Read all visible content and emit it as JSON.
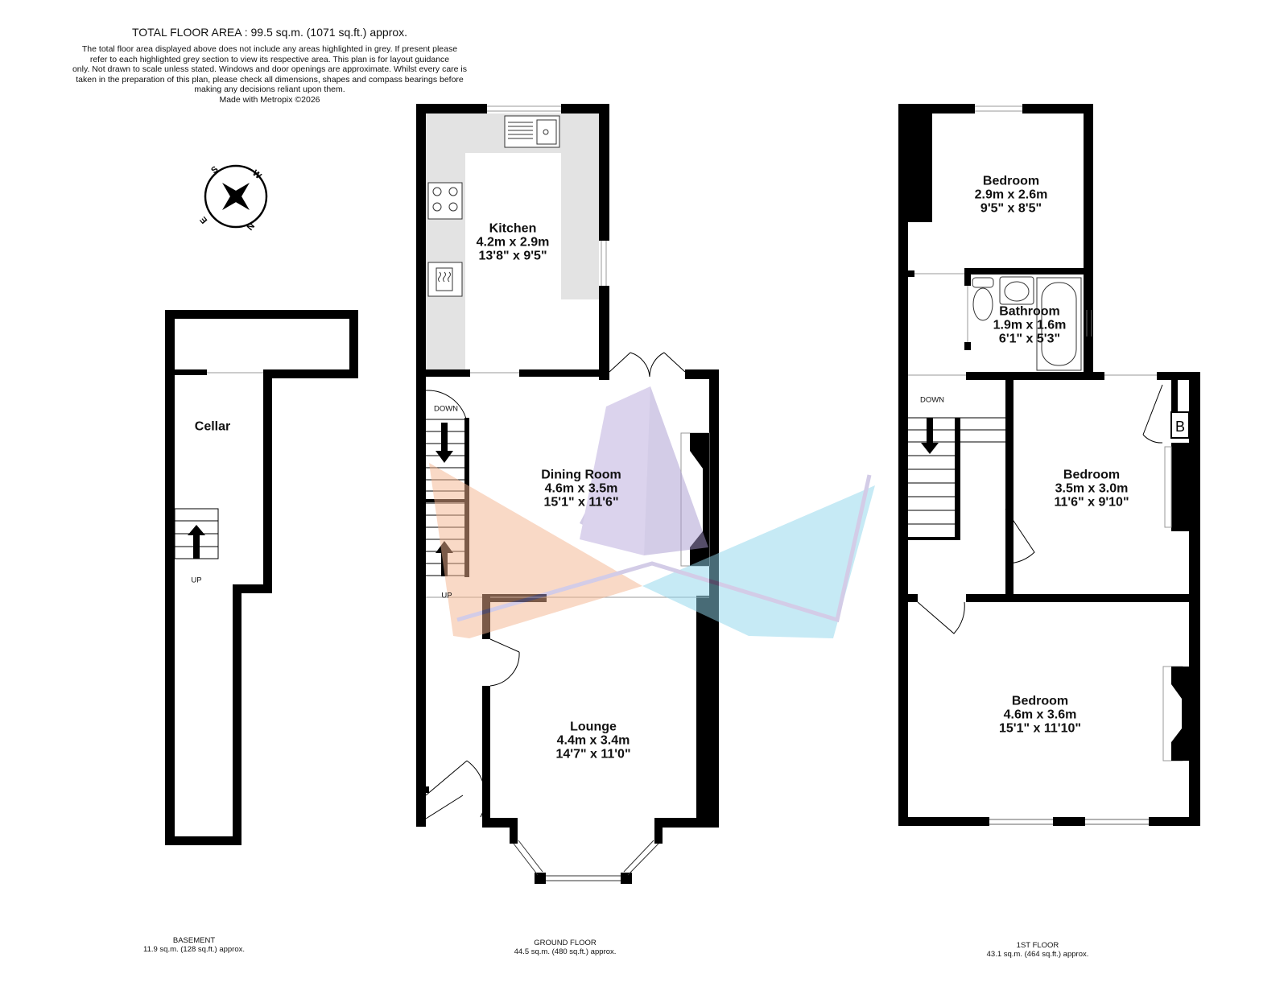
{
  "header": {
    "title": "TOTAL FLOOR AREA : 99.5 sq.m. (1071 sq.ft.) approx.",
    "disclaimer_lines": [
      "The total floor area displayed above does not include any areas highlighted in grey. If present please",
      "refer to each highlighted grey section to view its respective area. This plan is for layout guidance",
      "only. Not drawn to scale unless stated. Windows and door openings are approximate. Whilst every care is",
      "taken in the preparation of this plan, please check all dimensions, shapes and compass bearings before",
      "making any decisions reliant upon them.",
      "Made with Metropix ©2026"
    ]
  },
  "compass": {
    "letters": [
      "S",
      "W",
      "E",
      "N"
    ]
  },
  "floors": {
    "basement": {
      "name": "BASEMENT",
      "area": "11.9 sq.m. (128 sq.ft.) approx.",
      "rooms": [
        {
          "name": "Cellar"
        }
      ],
      "stair_label": "UP"
    },
    "ground": {
      "name": "GROUND FLOOR",
      "area": "44.5 sq.m. (480 sq.ft.) approx.",
      "rooms": [
        {
          "name": "Kitchen",
          "metric": "4.2m  x 2.9m",
          "imperial": "13'8\"  x 9'5\""
        },
        {
          "name": "Dining Room",
          "metric": "4.6m  x 3.5m",
          "imperial": "15'1\"  x 11'6\""
        },
        {
          "name": "Lounge",
          "metric": "4.4m  x 3.4m",
          "imperial": "14'7\"  x 11'0\""
        }
      ],
      "stair_down": "DOWN",
      "stair_up": "UP"
    },
    "first": {
      "name": "1ST FLOOR",
      "area": "43.1 sq.m. (464 sq.ft.) approx.",
      "rooms": [
        {
          "name": "Bedroom",
          "metric": "2.9m  x 2.6m",
          "imperial": "9'5\"  x 8'5\""
        },
        {
          "name": "Bathroom",
          "metric": "1.9m  x 1.6m",
          "imperial": "6'1\"  x 5'3\""
        },
        {
          "name": "Bedroom",
          "metric": "3.5m  x 3.0m",
          "imperial": "11'6\"  x 9'10\""
        },
        {
          "name": "Bedroom",
          "metric": "4.6m  x 3.6m",
          "imperial": "15'1\"  x 11'10\""
        }
      ],
      "stair_down": "DOWN",
      "boiler_label": "B"
    }
  },
  "colors": {
    "wall": "#000000",
    "highlight": "#e3e3e3",
    "watermark_orange": "#f5b48f",
    "watermark_blue": "#8fd6ec",
    "watermark_purple": "#a99ad0"
  }
}
